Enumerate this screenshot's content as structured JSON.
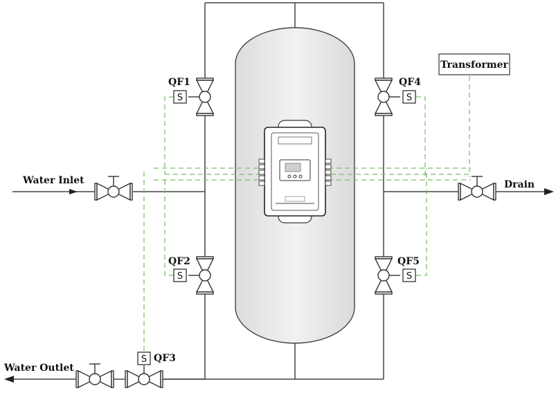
{
  "labels": {
    "water_inlet": "Water Inlet",
    "water_outlet": "Water Outlet",
    "drain": "Drain",
    "transformer": "Transformer",
    "qf1": "QF1",
    "qf2": "QF2",
    "qf3": "QF3",
    "qf4": "QF4",
    "qf5": "QF5",
    "solenoid_symbol": "S"
  },
  "colors": {
    "pipe": "#444444",
    "control_line": "#7bbf6a",
    "tank_fill": "#e9e9e9"
  }
}
